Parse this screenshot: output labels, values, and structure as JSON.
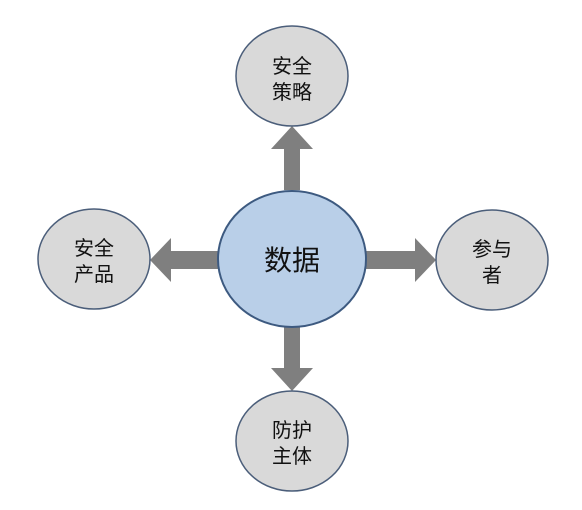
{
  "diagram": {
    "center": {
      "label": "数据",
      "fill": "#b9cfe8",
      "stroke": "#3d5a80"
    },
    "satellites": [
      {
        "id": "top",
        "lines": [
          "安全",
          "策略"
        ]
      },
      {
        "id": "right",
        "lines": [
          "参与",
          "者"
        ]
      },
      {
        "id": "bottom",
        "lines": [
          "防护",
          "主体"
        ]
      },
      {
        "id": "left",
        "lines": [
          "安全",
          "产品"
        ]
      }
    ],
    "satellite_fill": "#d9d9d9",
    "satellite_stroke": "#4b5e7a",
    "arrow_color": "#7f7f7f"
  }
}
